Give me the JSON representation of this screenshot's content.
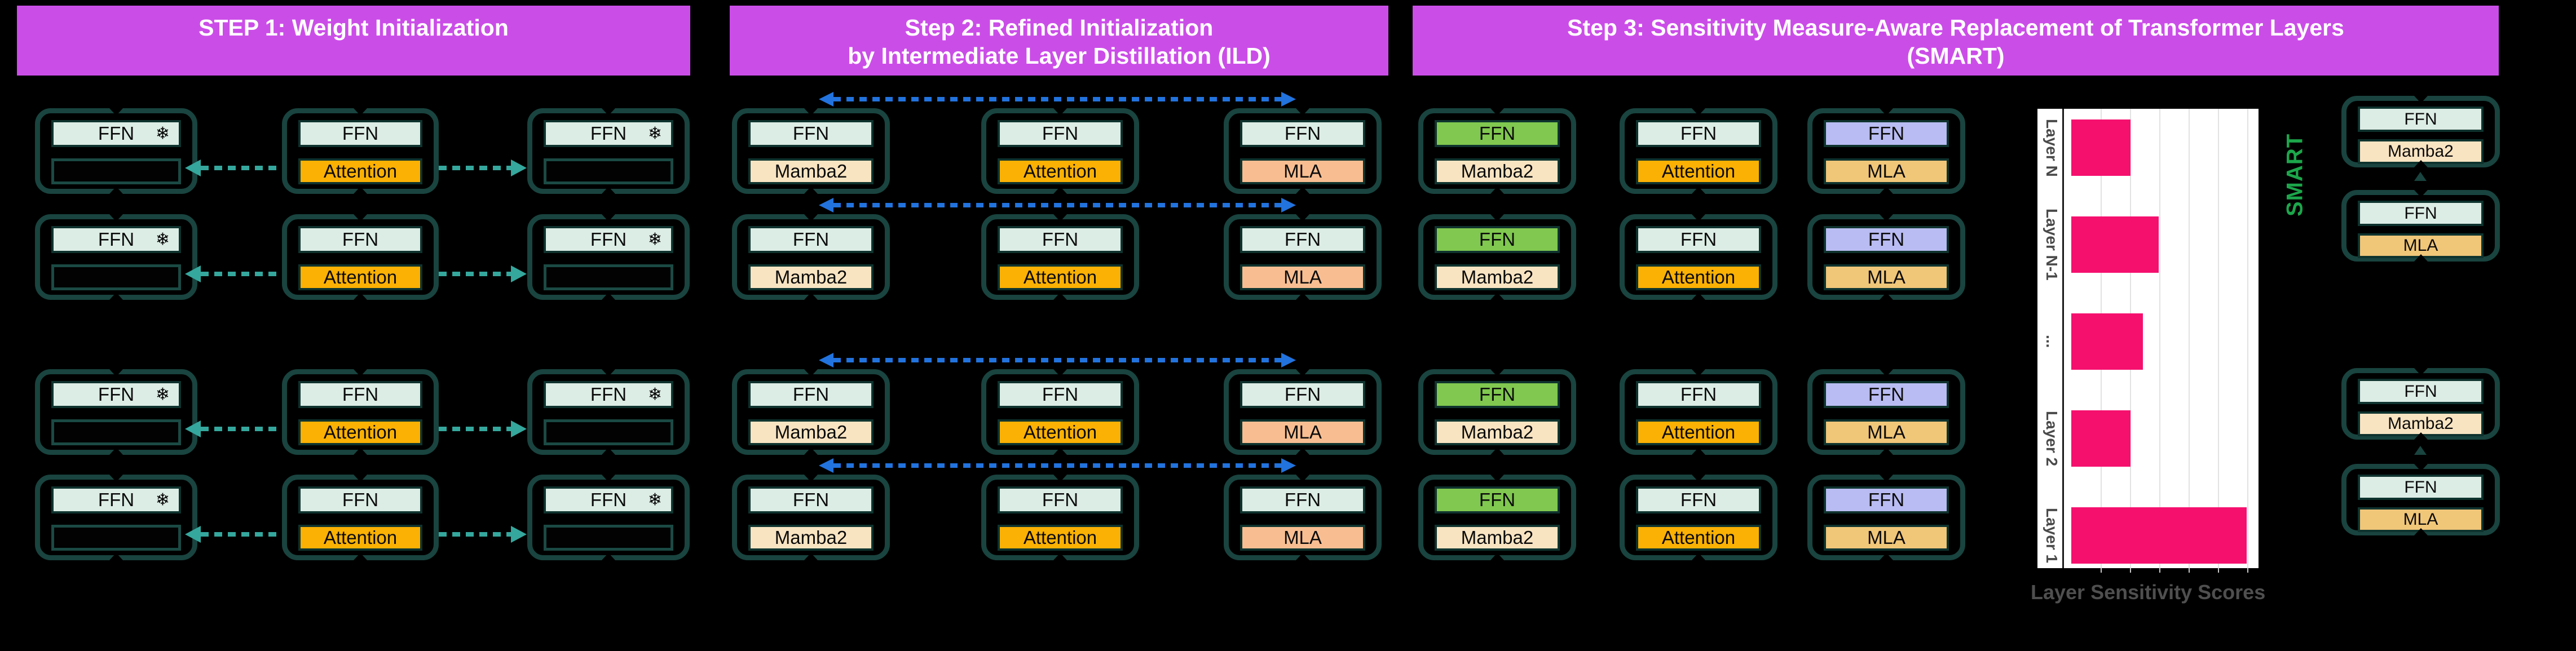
{
  "headers": {
    "step1": "STEP 1: Weight Initialization",
    "step2_line1": "Step 2: Refined Initialization",
    "step2_line2": "by Intermediate Layer Distillation (ILD)",
    "step3_line1": "Step 3: Sensitivity Measure-Aware Replacement of Transformer Layers",
    "step3_line2": "(SMART)"
  },
  "labels": {
    "ffn": "FFN",
    "attention": "Attention",
    "mamba2": "Mamba2",
    "mla": "MLA",
    "frozen_icon": "❄",
    "smart_vertical": "SMART"
  },
  "chart_data": {
    "type": "bar",
    "orientation": "horizontal",
    "title": "Layer Sensitivity Scores",
    "categories": [
      "Layer N",
      "Layer N-1",
      "...",
      "Layer 2",
      "Layer 1"
    ],
    "values": [
      0.33,
      0.49,
      0.4,
      0.33,
      0.98
    ],
    "xlim": [
      0,
      1
    ],
    "grid": true,
    "legend_position": "none",
    "bar_color": "#F5106E"
  },
  "colors": {
    "background": "#000000",
    "header_bg": "#CB4DE8",
    "header_text": "#FFFFFF",
    "card_border": "#19443F",
    "ffn_mint": "#DCEDE5",
    "ffn_green": "#80C84F",
    "ffn_lavender": "#B9BCF2",
    "attention_amber": "#FBB103",
    "mamba2_peach": "#F9E4C2",
    "mla_salmon": "#F8BE91",
    "mla_tan": "#F0C679",
    "teal_arrow": "#35A79D",
    "blue_arrow": "#2273DD",
    "bar_pink": "#F5106E",
    "smart_green": "#1CA64B",
    "chart_title_gray": "#4F4F4F"
  }
}
